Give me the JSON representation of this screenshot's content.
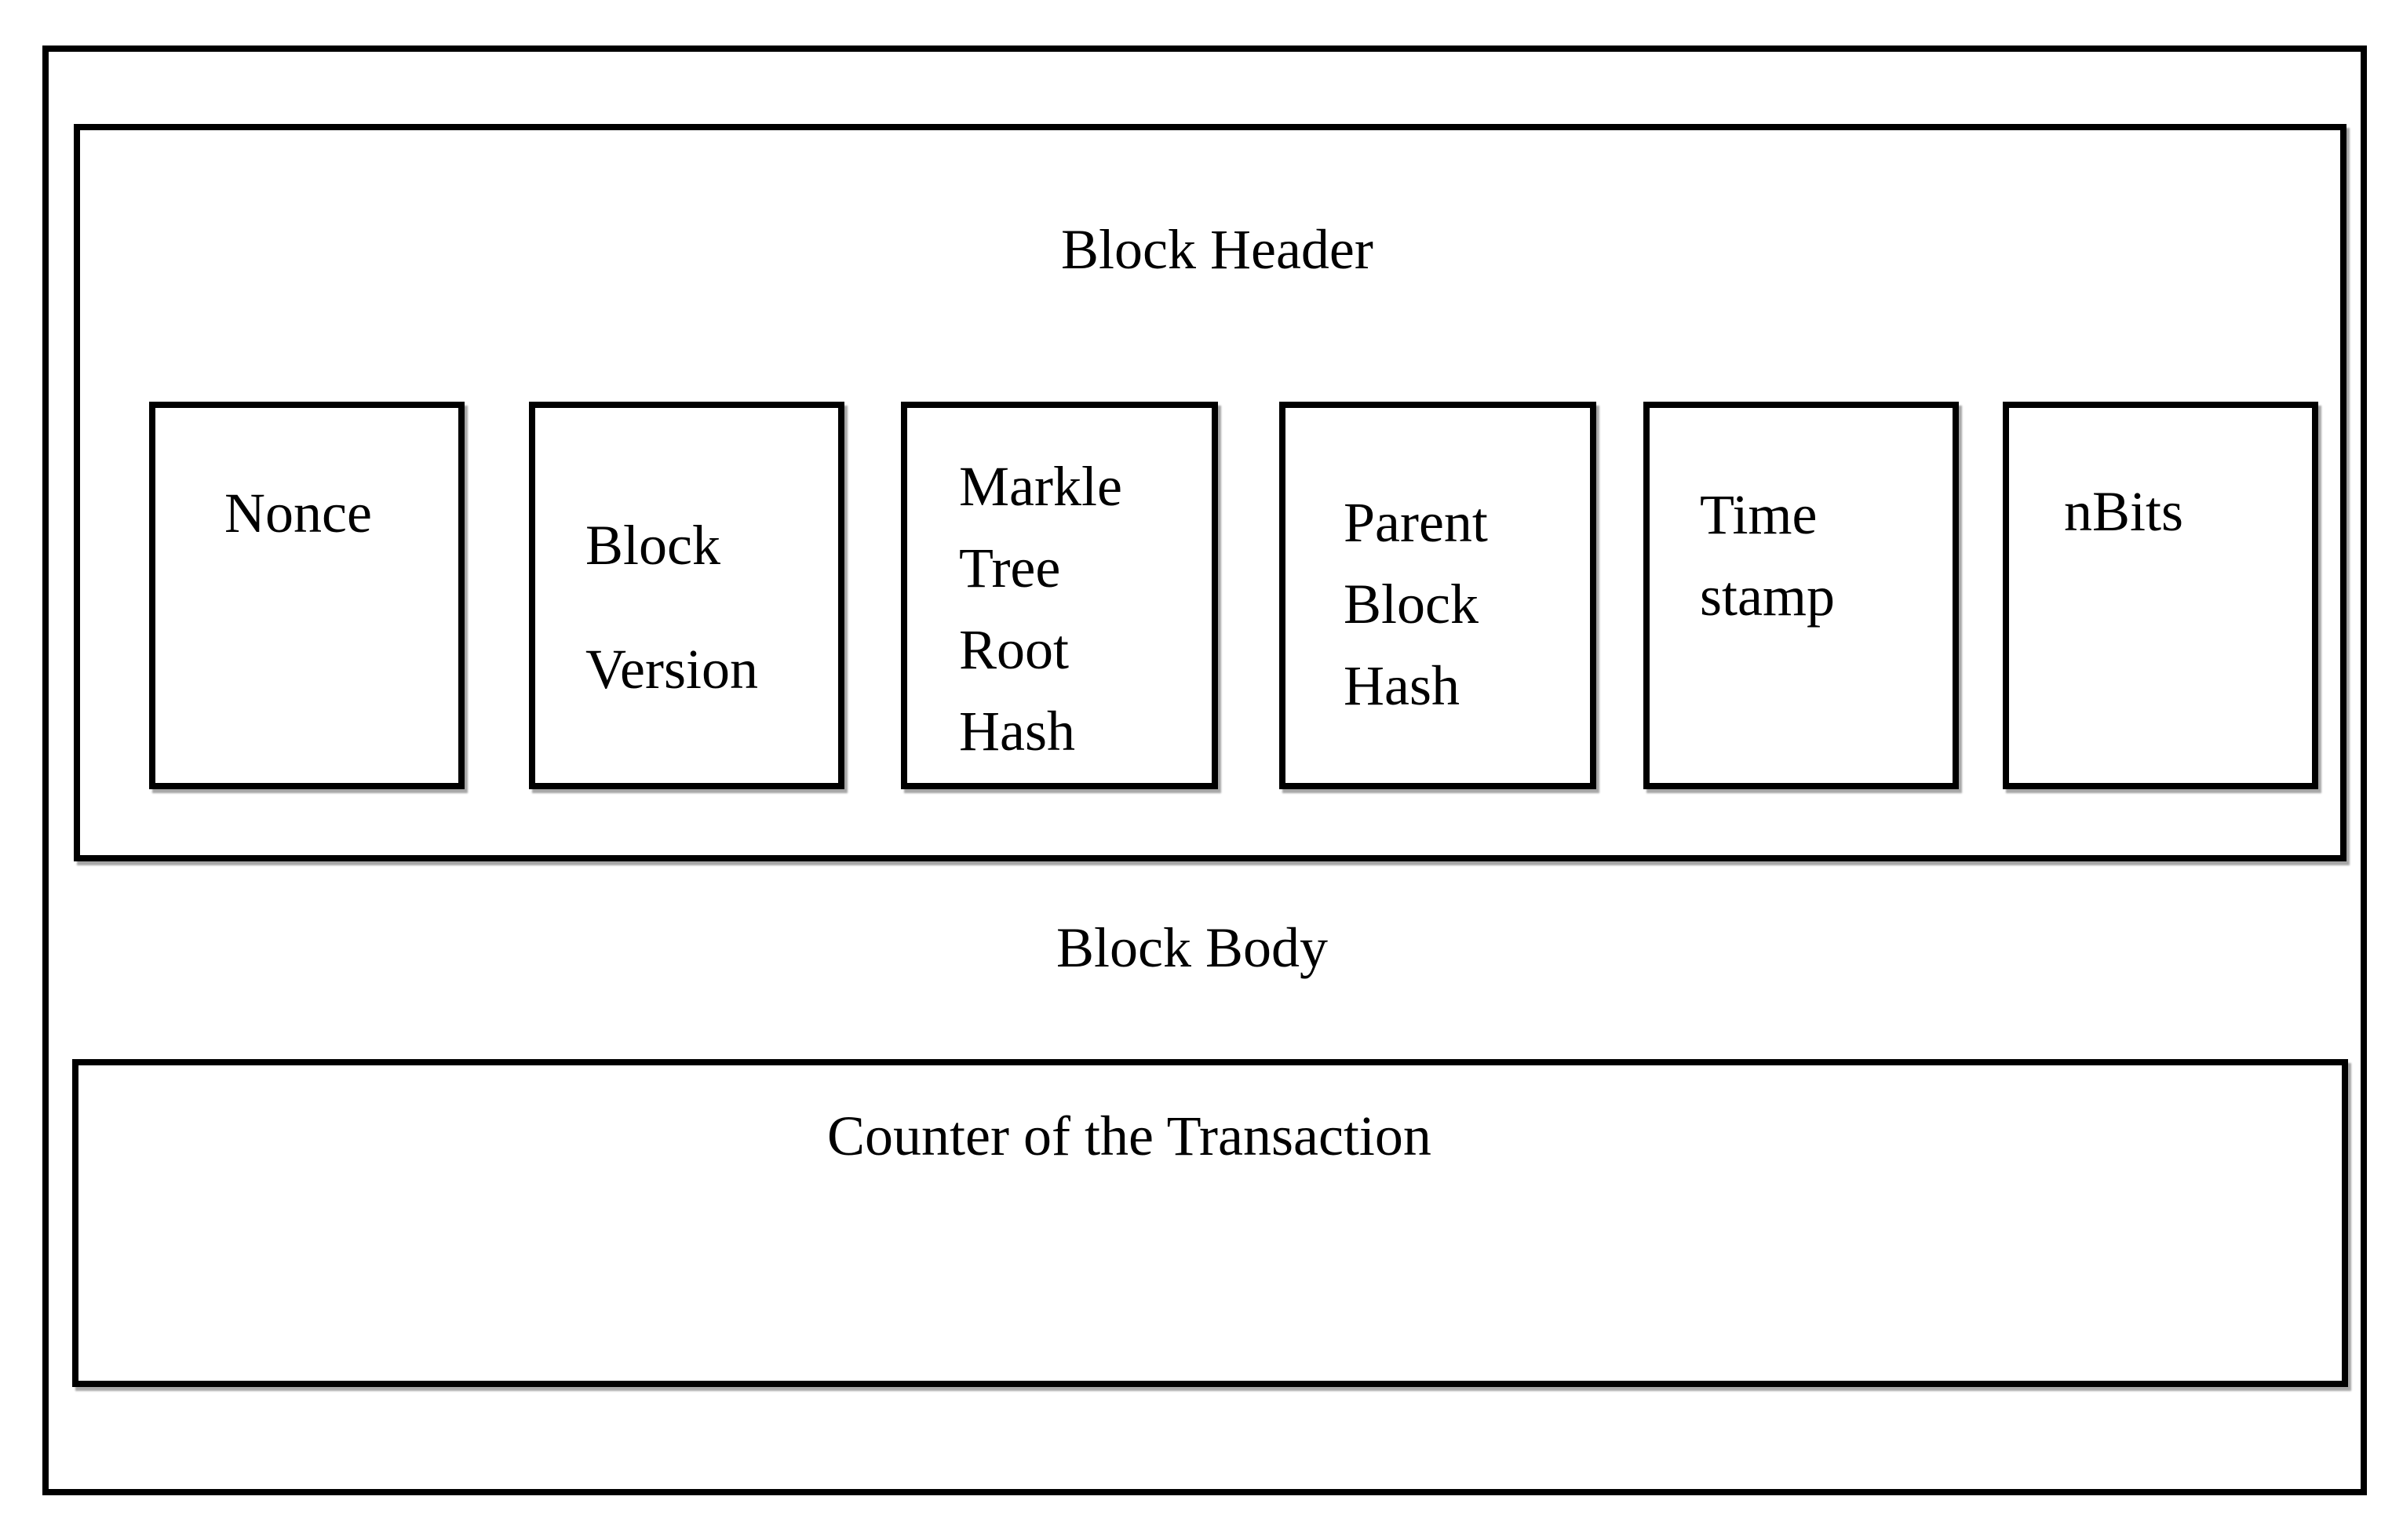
{
  "header": {
    "title": "Block Header",
    "fields": [
      {
        "id": "nonce",
        "lines": [
          "Nonce"
        ]
      },
      {
        "id": "block-version",
        "lines": [
          "Block",
          "Version"
        ]
      },
      {
        "id": "markle-tree-root-hash",
        "lines": [
          "Markle",
          "Tree",
          "Root",
          "Hash"
        ]
      },
      {
        "id": "parent-block-hash",
        "lines": [
          "Parent",
          "Block",
          "Hash"
        ]
      },
      {
        "id": "time-stamp",
        "lines": [
          "Time",
          "stamp"
        ]
      },
      {
        "id": "nbits",
        "lines": [
          "nBits"
        ]
      }
    ]
  },
  "body": {
    "title": "Block Body",
    "transaction_label": "Counter of the Transaction"
  }
}
